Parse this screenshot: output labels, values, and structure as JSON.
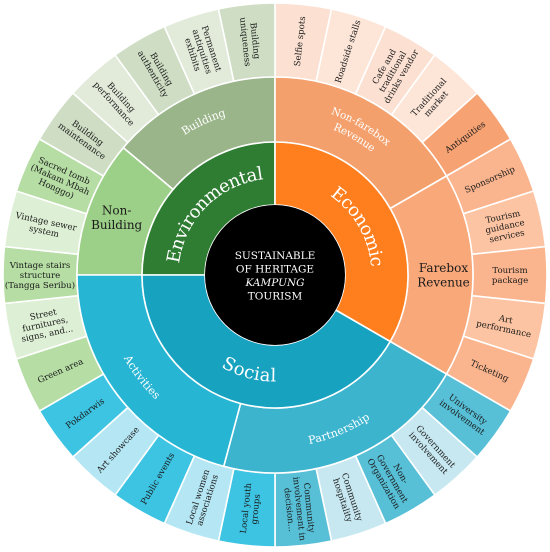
{
  "center": {
    "lines": [
      "SUSTAINABLE",
      "OF HERITAGE",
      "KAMPUNG",
      "TOURISM"
    ],
    "italic_line": 2,
    "color": "#000000"
  },
  "pillars": [
    {
      "label": "Environmental",
      "start": 270,
      "end": 360,
      "color": "#2E7D32"
    },
    {
      "label": "Economic",
      "start": 0,
      "end": 120,
      "color": "#FF7F1E"
    },
    {
      "label": "Social",
      "start": 120,
      "end": 270,
      "color": "#17A2C0"
    }
  ],
  "categories": [
    {
      "lines": [
        "Building"
      ],
      "start": 310,
      "end": 360,
      "color": "#9AB58A",
      "curved": true
    },
    {
      "lines": [
        "Non-",
        "Building"
      ],
      "start": 270,
      "end": 310,
      "color": "#9CCF87",
      "curved": false
    },
    {
      "lines": [
        "Non-farebox",
        "Revenue"
      ],
      "start": 0,
      "end": 60,
      "color": "#F4A06C",
      "curved": true
    },
    {
      "lines": [
        "Farebox",
        "Revenue"
      ],
      "start": 60,
      "end": 120,
      "color": "#F9A87A",
      "curved": false
    },
    {
      "lines": [
        "Partnership"
      ],
      "start": 120,
      "end": 195,
      "color": "#3CB4CE",
      "curved": true
    },
    {
      "lines": [
        "Activities"
      ],
      "start": 195,
      "end": 270,
      "color": "#27B5D4",
      "curved": true
    }
  ],
  "items": [
    {
      "lines": [
        "Selfie spots"
      ],
      "color": "#FCE1D2"
    },
    {
      "lines": [
        "Roadside stalls"
      ],
      "color": "#FDE6D8"
    },
    {
      "lines": [
        "Cafe and",
        "traditional",
        "drinks vendor"
      ],
      "color": "#FCE1D2"
    },
    {
      "lines": [
        "Traditional",
        "market"
      ],
      "color": "#FDE6D8"
    },
    {
      "lines": [
        "Antiquities"
      ],
      "color": "#F6A273"
    },
    {
      "lines": [
        "Sponsorship"
      ],
      "color": "#FBB58E"
    },
    {
      "lines": [
        "Tourism",
        "guidance",
        "services"
      ],
      "color": "#FCC4A2"
    },
    {
      "lines": [
        "Tourism",
        "package"
      ],
      "color": "#FBB58E"
    },
    {
      "lines": [
        "Art",
        "performance"
      ],
      "color": "#FCC4A2"
    },
    {
      "lines": [
        "Ticketing"
      ],
      "color": "#FBB58E"
    },
    {
      "lines": [
        "University",
        "involvement"
      ],
      "color": "#57BFD6"
    },
    {
      "lines": [
        "Government",
        "involvement"
      ],
      "color": "#C7E8F1"
    },
    {
      "lines": [
        "Non-",
        "Government",
        "Organization"
      ],
      "color": "#57BFD6"
    },
    {
      "lines": [
        "Community",
        "hospitality"
      ],
      "color": "#C7E8F1"
    },
    {
      "lines": [
        "Community",
        "involvement in",
        "decision..."
      ],
      "color": "#57BFD6"
    },
    {
      "lines": [
        "Local youth",
        "groups"
      ],
      "color": "#3CC4E2"
    },
    {
      "lines": [
        "Local women",
        "associations"
      ],
      "color": "#B5E6F3"
    },
    {
      "lines": [
        "Public events"
      ],
      "color": "#3CC4E2"
    },
    {
      "lines": [
        "Art showcase"
      ],
      "color": "#B5E6F3"
    },
    {
      "lines": [
        "Pokdarwis"
      ],
      "color": "#3CC4E2"
    },
    {
      "lines": [
        "Green area"
      ],
      "color": "#B5DDA4"
    },
    {
      "lines": [
        "Street",
        "furnitures,",
        "signs, and..."
      ],
      "color": "#DDEFD4"
    },
    {
      "lines": [
        "Vintage stairs",
        "structure",
        "(Tangga Seribu)"
      ],
      "color": "#B5DDA4"
    },
    {
      "lines": [
        "Vintage sewer",
        "system"
      ],
      "color": "#DDEFD4"
    },
    {
      "lines": [
        "Sacred tomb",
        "(Makam Mbah",
        "Honggo)"
      ],
      "color": "#B5DDA4"
    },
    {
      "lines": [
        "Building",
        "maintenance"
      ],
      "color": "#CEDDC3"
    },
    {
      "lines": [
        "Building",
        "performance"
      ],
      "color": "#E2EBDA"
    },
    {
      "lines": [
        "Building",
        "authenticity"
      ],
      "color": "#CEDDC3"
    },
    {
      "lines": [
        "Permanent",
        "antiquities",
        "exhibits"
      ],
      "color": "#E2EBDA"
    },
    {
      "lines": [
        "Building",
        "uniqueness"
      ],
      "color": "#CEDDC3"
    }
  ]
}
